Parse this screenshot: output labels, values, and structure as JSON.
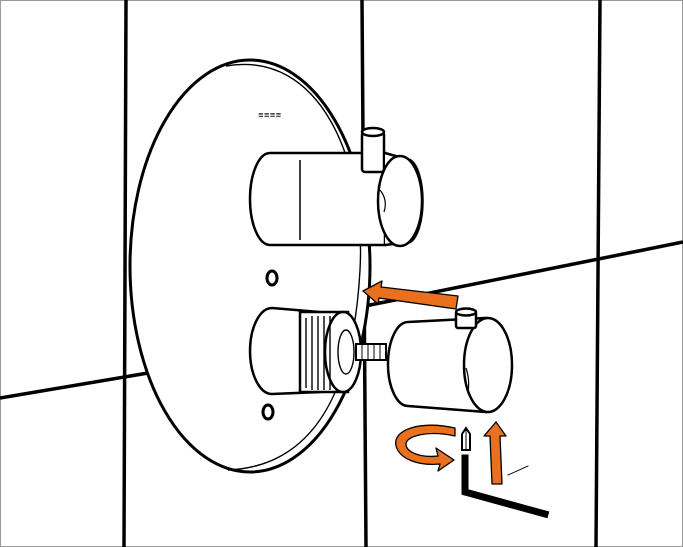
{
  "figure": {
    "brand_mark": "≡≡≡≡",
    "colors": {
      "line": "#000000",
      "arrow": "#e8701e",
      "background": "#ffffff"
    },
    "steps": [
      {
        "name": "push-cap-onto-valve",
        "icon": "arrow-left-icon"
      },
      {
        "name": "rotate-cap",
        "icon": "rotate-icon"
      },
      {
        "name": "insert-hex-screw",
        "icon": "arrow-up-icon"
      }
    ]
  }
}
